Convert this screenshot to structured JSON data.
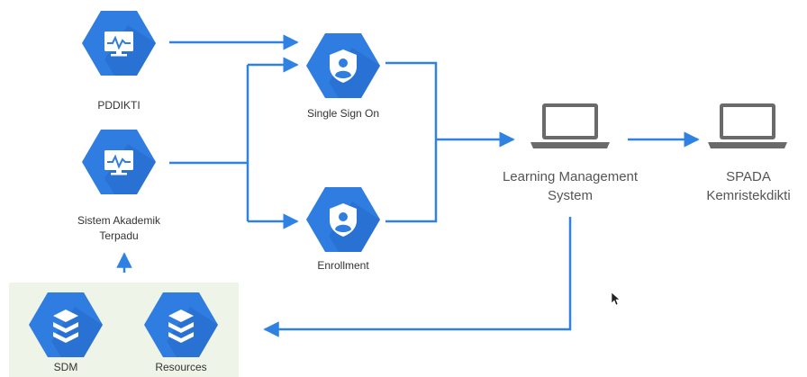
{
  "colors": {
    "node_blue": "#2f7de1",
    "arrow_blue": "#2f82e2",
    "laptop_gray": "#6a6a6a",
    "panel_green": "#eef5e8"
  },
  "nodes": {
    "pddikti": {
      "label": "PDDIKTI",
      "icon": "monitor-icon"
    },
    "siakad": {
      "label_line1": "Sistem Akademik",
      "label_line2": "Terpadu",
      "icon": "monitor-icon"
    },
    "sso": {
      "label": "Single Sign On",
      "icon": "shield-user-icon"
    },
    "enrollment": {
      "label": "Enrollment",
      "icon": "shield-user-icon"
    },
    "lms": {
      "label_line1": "Learning Management",
      "label_line2": "System",
      "icon": "laptop-icon"
    },
    "spada": {
      "label_line1": "SPADA",
      "label_line2": "Kemristekdikti",
      "icon": "laptop-icon"
    },
    "sdm": {
      "label": "SDM",
      "icon": "layers-icon"
    },
    "resources": {
      "label": "Resources",
      "icon": "layers-icon"
    }
  }
}
